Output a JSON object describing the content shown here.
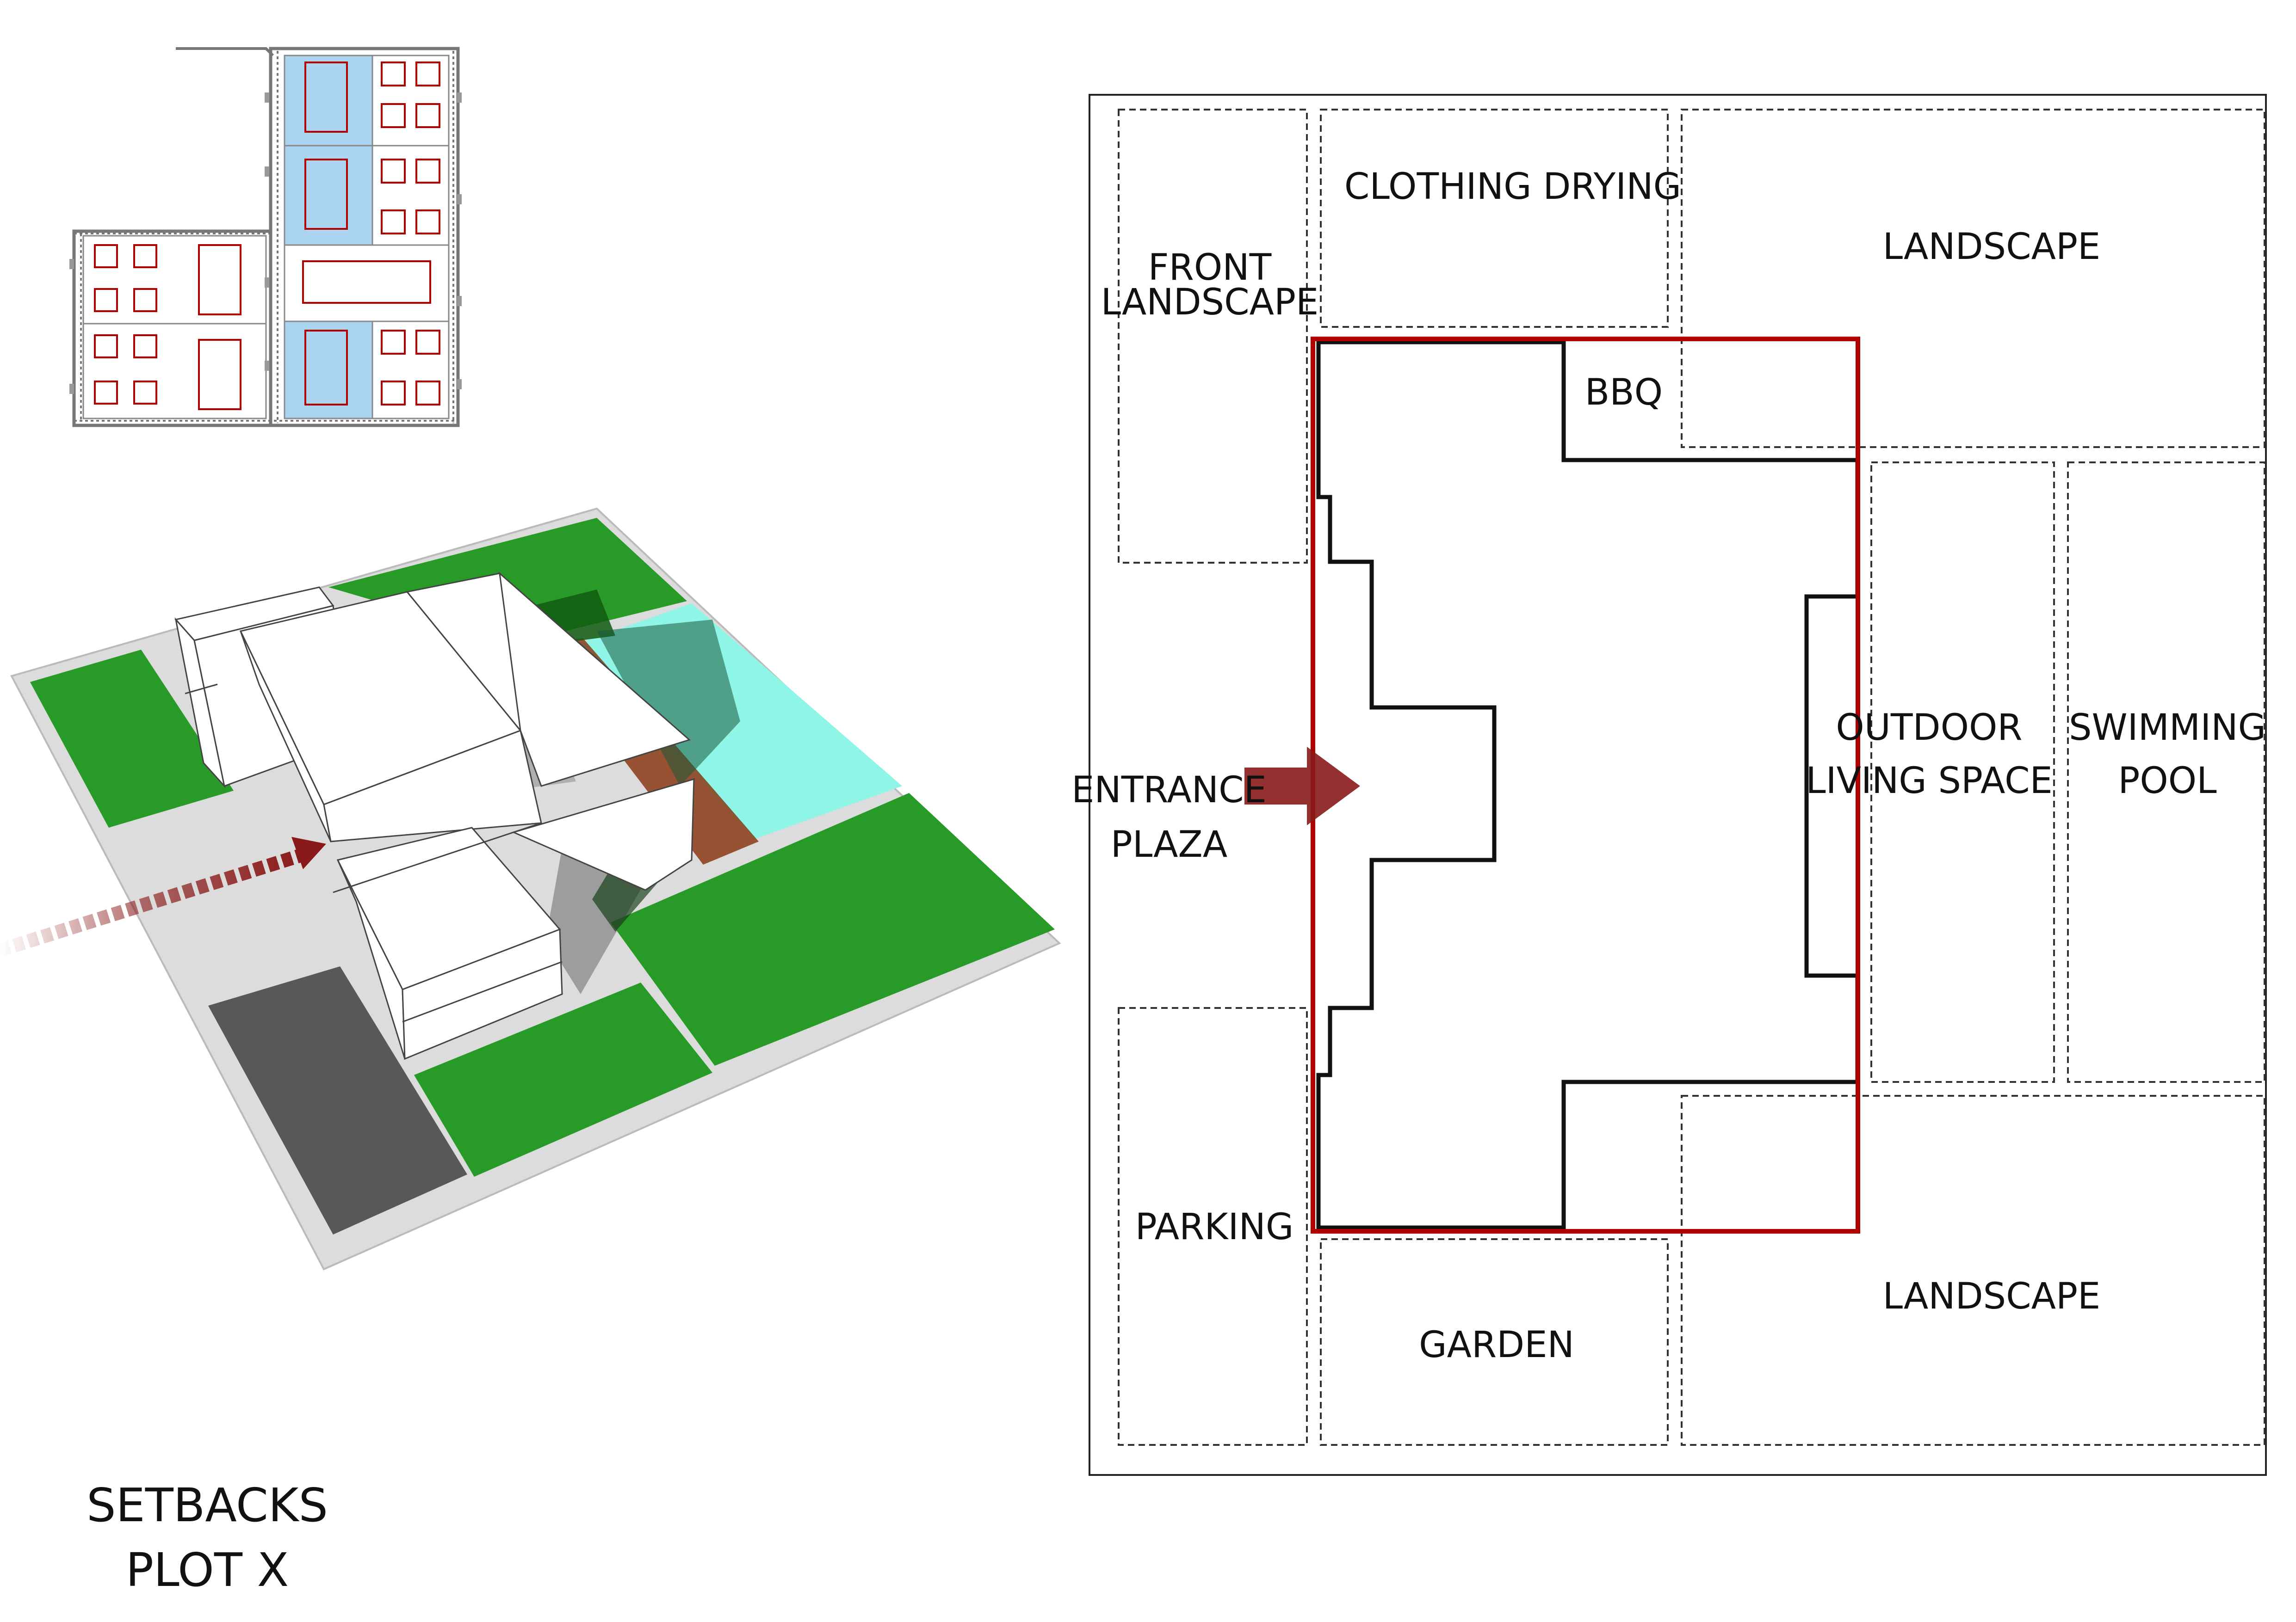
{
  "title": {
    "line1": "SETBACKS",
    "line2": "PLOT X"
  },
  "zones": {
    "front_landscape": [
      "FRONT",
      "LANDSCAPE"
    ],
    "clothing_drying": "CLOTHING DRYING",
    "landscape_top": "LANDSCAPE",
    "bbq": "BBQ",
    "entrance_plaza": [
      "ENTRANCE",
      "PLAZA"
    ],
    "outdoor_living_space": [
      "OUTDOOR",
      "LIVING SPACE"
    ],
    "swimming_pool": [
      "SWIMMING",
      "POOL"
    ],
    "parking": "PARKING",
    "garden": "GARDEN",
    "landscape_bottom": "LANDSCAPE"
  },
  "colors": {
    "setback_line": "#b00000",
    "lawn": "#289a28",
    "pool_water": "#8ff5e6",
    "key_pool": "#aad4ef",
    "ground": "#dcdcdc",
    "parking": "#585858",
    "entrance_arrow": "#8a1a1a"
  }
}
